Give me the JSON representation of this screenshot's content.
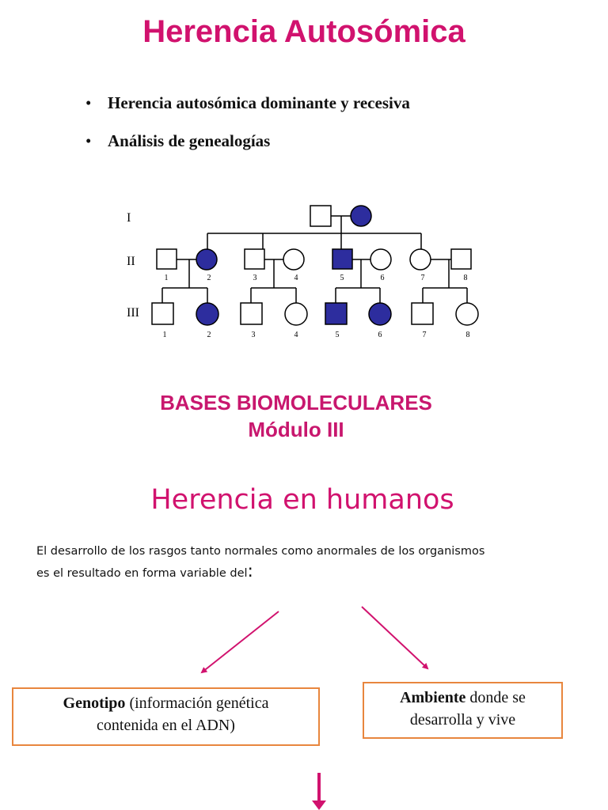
{
  "slide1": {
    "title": "Herencia Autosómica",
    "bullets": [
      "Herencia autosómica dominante y recesiva",
      "Análisis de genealogías"
    ],
    "pedigree": {
      "generations": [
        "I",
        "II",
        "III"
      ],
      "gen2_numbers": [
        "1",
        "2",
        "3",
        "4",
        "5",
        "6",
        "7",
        "8"
      ],
      "gen3_numbers": [
        "1",
        "2",
        "3",
        "4",
        "5",
        "6",
        "7",
        "8"
      ],
      "affected_color": "#2d2d9e"
    },
    "module_line1": "BASES BIOMOLECULARES",
    "module_line2": "Módulo III"
  },
  "slide2": {
    "title": "Herencia en humanos",
    "intro_line1": "El desarrollo de los rasgos tanto normales como anormales de los organismos",
    "intro_line2": "es el resultado en forma variable del",
    "intro_colon": ":",
    "genotipo_bold": "Genotipo",
    "genotipo_rest1": " (información genética",
    "genotipo_rest2": "contenida en el ADN)",
    "ambiente_bold": "Ambiente",
    "ambiente_rest1": " donde se",
    "ambiente_rest2": "desarrolla y vive"
  },
  "colors": {
    "accent": "#d1126e",
    "box_border": "#e8863e",
    "arrow": "#d1126e"
  }
}
